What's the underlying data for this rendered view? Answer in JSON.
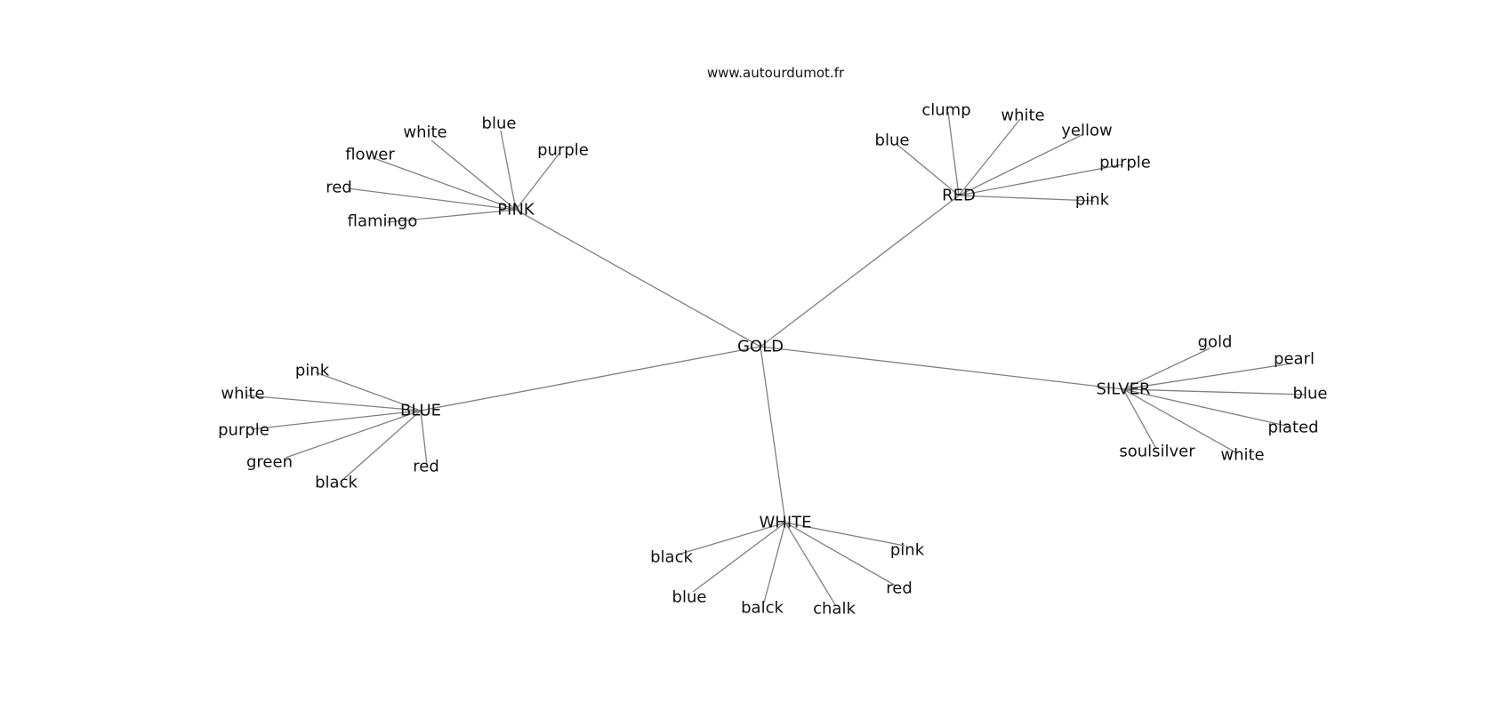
{
  "site_label": "www.autourdumot.fr",
  "center": "GOLD",
  "hubs": [
    {
      "word": "PINK",
      "leaves": [
        "white",
        "blue",
        "purple",
        "flower",
        "red",
        "flamingo"
      ]
    },
    {
      "word": "RED",
      "leaves": [
        "clump",
        "white",
        "yellow",
        "blue",
        "purple",
        "pink"
      ]
    },
    {
      "word": "BLUE",
      "leaves": [
        "pink",
        "white",
        "purple",
        "green",
        "black",
        "red"
      ]
    },
    {
      "word": "SILVER",
      "leaves": [
        "gold",
        "pearl",
        "blue",
        "plated",
        "soulsilver",
        "white"
      ]
    },
    {
      "word": "WHITE",
      "leaves": [
        "black",
        "pink",
        "red",
        "blue",
        "balck",
        "chalk"
      ]
    }
  ]
}
